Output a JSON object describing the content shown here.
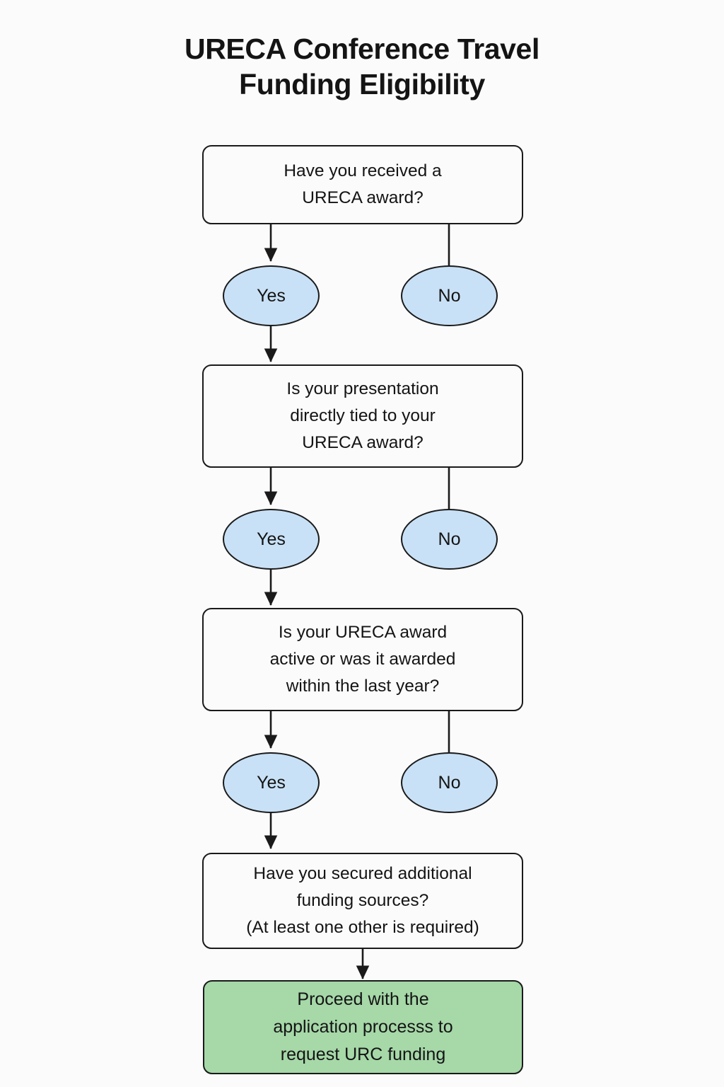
{
  "title": "URECA Conference Travel\nFunding Eligibility",
  "colors": {
    "background": "#fbfbfc",
    "box_fill": "#fbfbfb",
    "box_stroke": "#1a1a1a",
    "ellipse_fill": "#c9e1f6",
    "terminal_fill": "#a6d8a8",
    "text": "#141414"
  },
  "nodes": {
    "q1": "Have you received a\nURECA award?",
    "q1_yes": "Yes",
    "q1_no": "No",
    "q2": "Is your presentation\ndirectly tied to your\nURECA award?",
    "q2_yes": "Yes",
    "q2_no": "No",
    "q3": "Is your URECA award\nactive or was it awarded\nwithin the last year?",
    "q3_yes": "Yes",
    "q3_no": "No",
    "q4": "Have you secured additional\nfunding sources?\n(At least one other is required)",
    "outcome": "Proceed with the\napplication processs to\nrequest URC funding"
  }
}
